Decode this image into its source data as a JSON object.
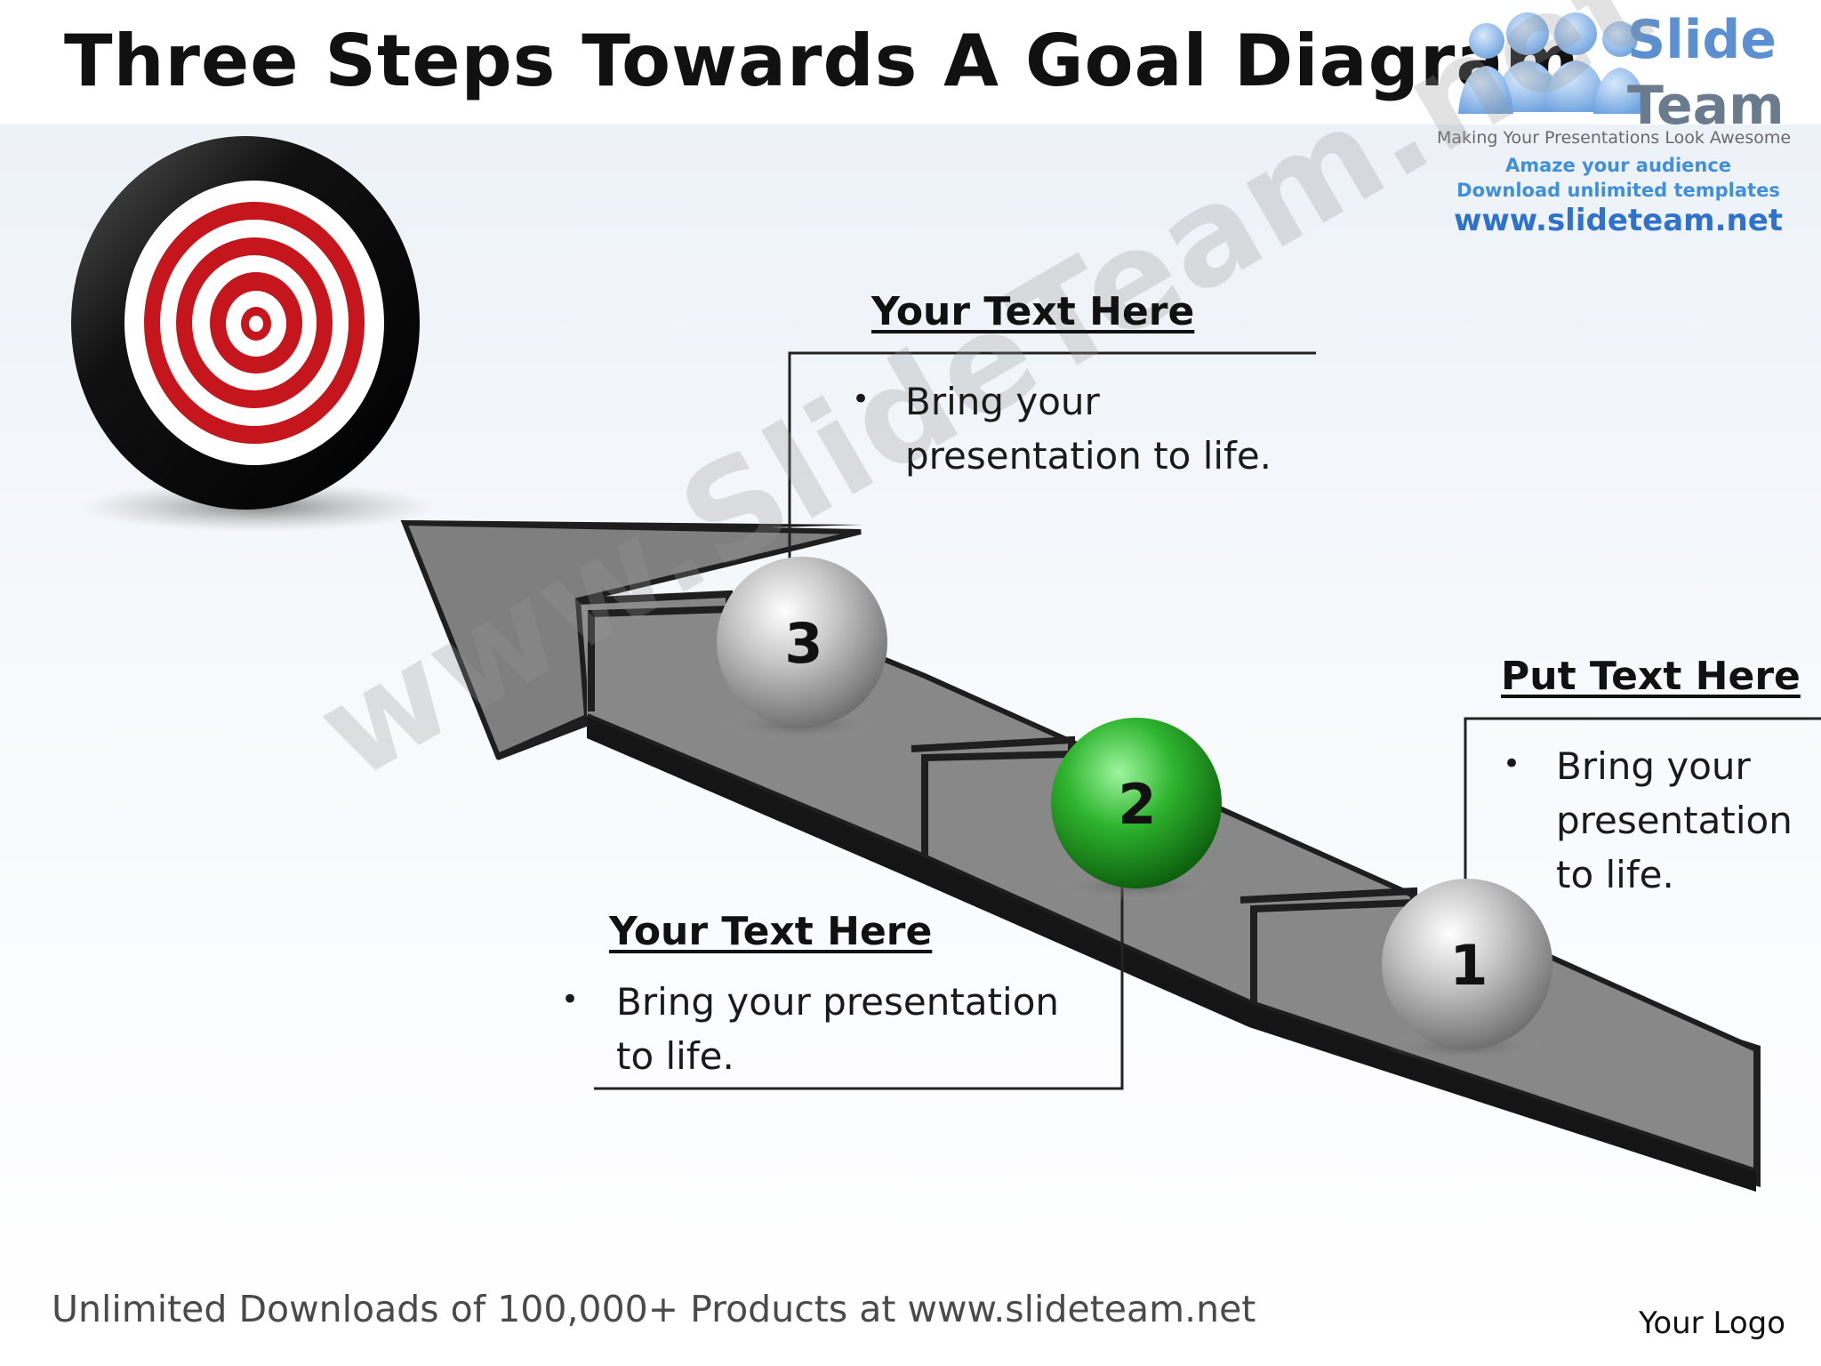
{
  "title": "Three Steps Towards A Goal Diagram",
  "logo": {
    "brand_line1": "Slide",
    "brand_line2": "Team",
    "tagline": "Making Your Presentations Look Awesome",
    "promo1": "Amaze your audience",
    "promo2": "Download unlimited templates",
    "url": "www.slideteam.net"
  },
  "watermark": "www.SlideTeam.net",
  "steps": [
    {
      "number": "1",
      "heading": "Put Text Here",
      "bullets": [
        "Bring your presentation to life."
      ],
      "ball_color": "#9a9a9a"
    },
    {
      "number": "2",
      "heading": "Your Text Here",
      "bullets": [
        "Bring your presentation to life."
      ],
      "ball_color": "#1f9a1f"
    },
    {
      "number": "3",
      "heading": "Your Text Here",
      "bullets": [
        "Bring your presentation to life."
      ],
      "ball_color": "#9a9a9a"
    }
  ],
  "footer": {
    "left": "Unlimited Downloads of 100,000+ Products at www.slideteam.net",
    "right": "Your Logo"
  },
  "colors": {
    "arrow": "#8c8c8c",
    "arrow_edge": "#1e1e1e",
    "target_red": "#c4161c",
    "target_ring": "#111111"
  }
}
